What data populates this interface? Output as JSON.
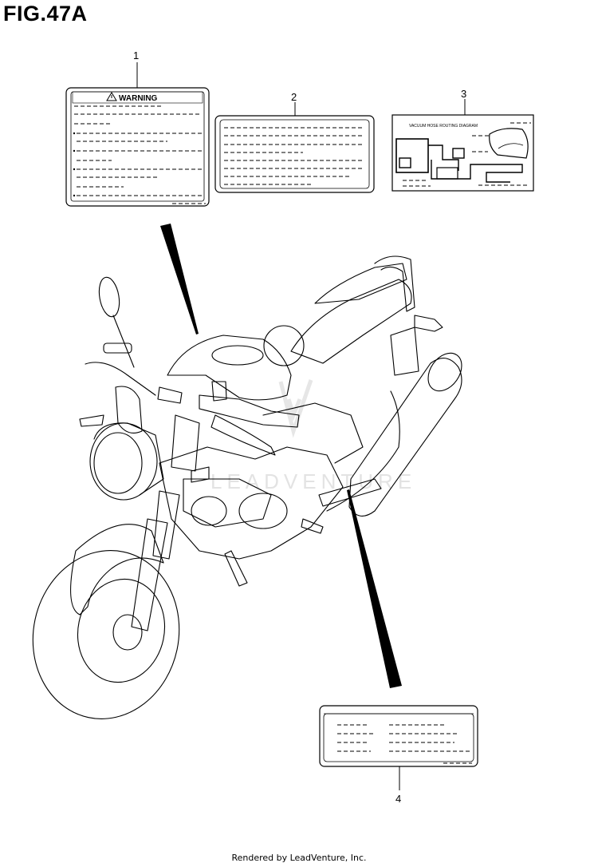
{
  "figure": {
    "title": "FIG.47A"
  },
  "callouts": [
    {
      "number": "1"
    },
    {
      "number": "2"
    },
    {
      "number": "3"
    },
    {
      "number": "4"
    }
  ],
  "labels": {
    "warning_label_text": "WARNING",
    "vacuum_label_text": "VACUUM HOSE ROUTING DIAGRAM"
  },
  "watermark": {
    "text": "LEADVENTURE"
  },
  "footer": {
    "text": "Rendered by LeadVenture, Inc."
  }
}
